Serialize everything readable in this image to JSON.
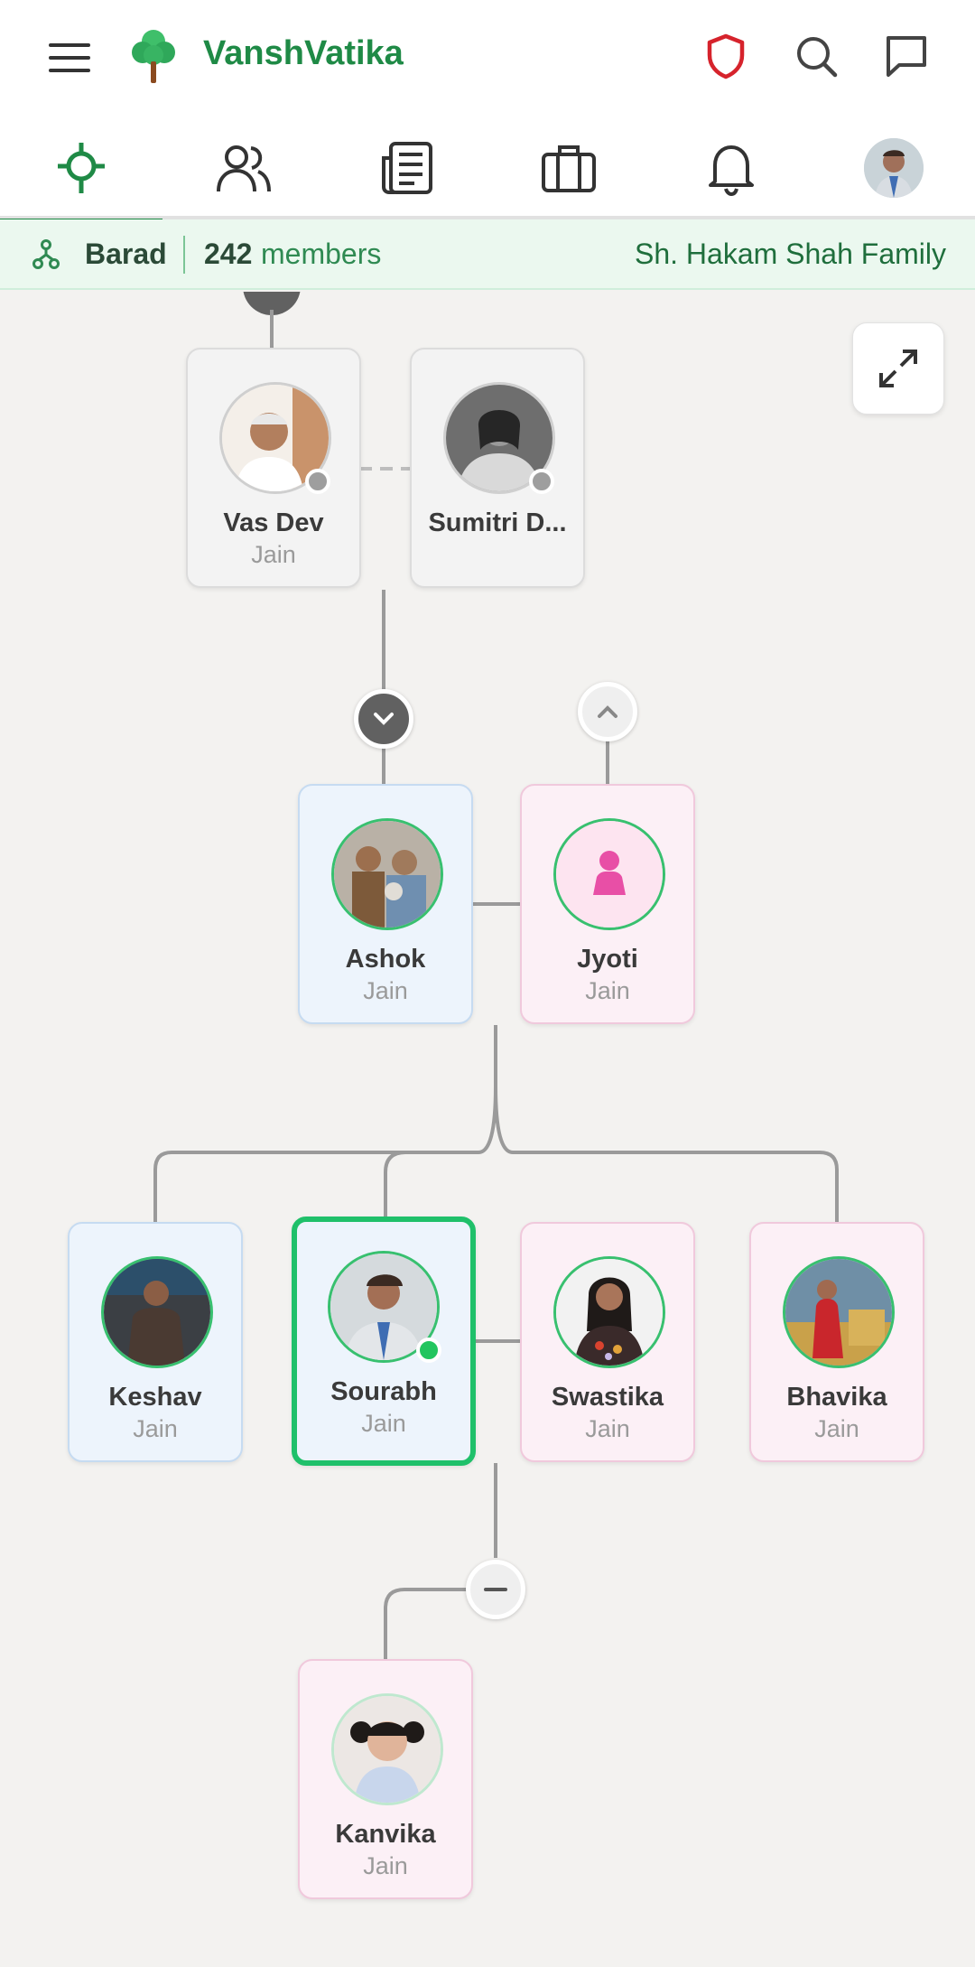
{
  "app": {
    "title": "VanshVatika",
    "brand_color": "#1f8a46"
  },
  "header": {
    "icons": [
      "shield-icon",
      "search-icon",
      "chat-icon"
    ]
  },
  "tabs": [
    {
      "icon": "family-tree-icon",
      "active": true
    },
    {
      "icon": "people-icon",
      "active": false
    },
    {
      "icon": "newspaper-icon",
      "active": false
    },
    {
      "icon": "briefcase-icon",
      "active": false
    },
    {
      "icon": "bell-icon",
      "active": false
    },
    {
      "icon": "profile-avatar",
      "active": false
    }
  ],
  "strip": {
    "branch": "Barad",
    "member_count": "242",
    "member_label": "members",
    "family_name": "Sh. Hakam Shah Family"
  },
  "tree": {
    "members": [
      {
        "id": "vasdev",
        "name": "Vas Dev",
        "surname": "Jain",
        "gender": "neutral",
        "status": "offline"
      },
      {
        "id": "sumitri",
        "name": "Sumitri D...",
        "surname": "",
        "gender": "neutral",
        "status": "offline"
      },
      {
        "id": "ashok",
        "name": "Ashok",
        "surname": "Jain",
        "gender": "male"
      },
      {
        "id": "jyoti",
        "name": "Jyoti",
        "surname": "Jain",
        "gender": "female"
      },
      {
        "id": "keshav",
        "name": "Keshav",
        "surname": "Jain",
        "gender": "male"
      },
      {
        "id": "sourabh",
        "name": "Sourabh",
        "surname": "Jain",
        "gender": "male",
        "selected": true,
        "status": "online"
      },
      {
        "id": "swastika",
        "name": "Swastika",
        "surname": "Jain",
        "gender": "female"
      },
      {
        "id": "bhavika",
        "name": "Bhavika",
        "surname": "Jain",
        "gender": "female"
      },
      {
        "id": "kanvika",
        "name": "Kanvika",
        "surname": "Jain",
        "gender": "female"
      }
    ]
  },
  "colors": {
    "selected_border": "#1fc06a",
    "male_card": "#edf4fc",
    "female_card": "#fcf0f6",
    "online": "#22c55e"
  }
}
